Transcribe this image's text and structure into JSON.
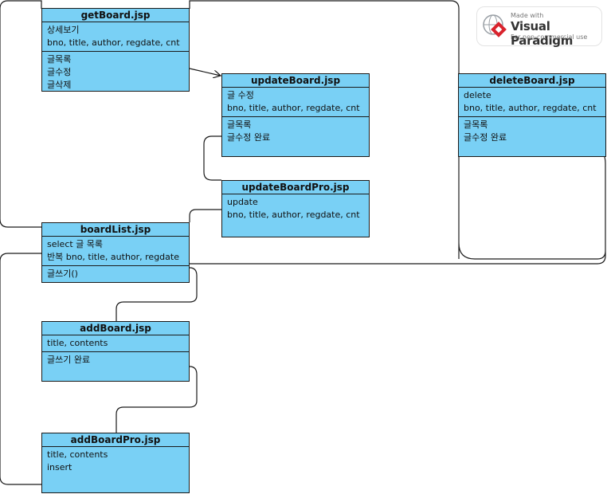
{
  "classes": {
    "getBoard": {
      "name": "getBoard.jsp",
      "attributes": [
        "상세보기",
        "bno, title, author, regdate, cnt"
      ],
      "operations": [
        "글목록",
        "글수정",
        "글삭제"
      ]
    },
    "updateBoard": {
      "name": "updateBoard.jsp",
      "attributes": [
        "글 수정",
        "bno, title, author, regdate, cnt"
      ],
      "operations": [
        "글목록",
        "글수정 완료"
      ]
    },
    "deleteBoard": {
      "name": "deleteBoard.jsp",
      "attributes": [
        "delete",
        "bno, title, author, regdate, cnt"
      ],
      "operations": [
        "글목록",
        "글수정 완료"
      ]
    },
    "updateBoardPro": {
      "name": "updateBoardPro.jsp",
      "attributes": [
        "update",
        "bno, title, author, regdate, cnt"
      ]
    },
    "boardList": {
      "name": "boardList.jsp",
      "attributes": [
        "select 글 목록",
        "반복 bno, title, author, regdate"
      ],
      "operations": [
        "글쓰기()"
      ]
    },
    "addBoard": {
      "name": "addBoard.jsp",
      "attributes": [
        "title, contents"
      ],
      "operations": [
        "글쓰기 완료"
      ]
    },
    "addBoardPro": {
      "name": "addBoardPro.jsp",
      "attributes": [
        "title, contents",
        "insert"
      ]
    }
  },
  "watermark": {
    "made_with": "Made with",
    "brand": "Visual Paradigm",
    "license": "For non-commercial use"
  },
  "colors": {
    "class_fill": "#79d0f5",
    "border": "#1a1a1a",
    "connector": "#1a1a1a",
    "logo_red": "#d9232d"
  }
}
